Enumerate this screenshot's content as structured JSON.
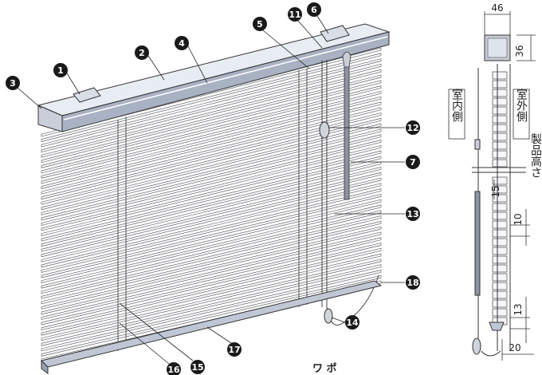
{
  "callouts": {
    "c1": "1",
    "c2": "2",
    "c3": "3",
    "c4": "4",
    "c5": "5",
    "c6": "6",
    "c7": "7",
    "c11": "11",
    "c12": "12",
    "c13": "13",
    "c14": "14",
    "c15": "15",
    "c16": "16",
    "c17": "17",
    "c18": "18"
  },
  "dimensions": {
    "width_top": "46",
    "height_head": "36",
    "gap_15": "15",
    "pitch_10": "10",
    "bottom_13": "13",
    "bottom_20": "20"
  },
  "labels": {
    "indoor": "室内側",
    "outdoor": "室外側",
    "product_height": "製品高さ",
    "bottom_text": "ワ ポ"
  }
}
